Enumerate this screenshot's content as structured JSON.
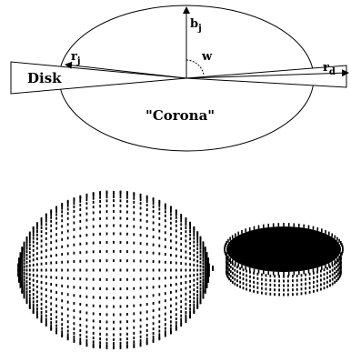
{
  "schematic": {
    "disk_label": "Disk",
    "corona_label": "\"Corona\"",
    "r_j": {
      "base": "r",
      "sub": "j"
    },
    "r_d": {
      "base": "r",
      "sub": "d"
    },
    "b_j": {
      "base": "b",
      "sub": "j"
    },
    "w_label": "w"
  },
  "colors": {
    "ink": "#000000",
    "background": "#ffffff"
  }
}
